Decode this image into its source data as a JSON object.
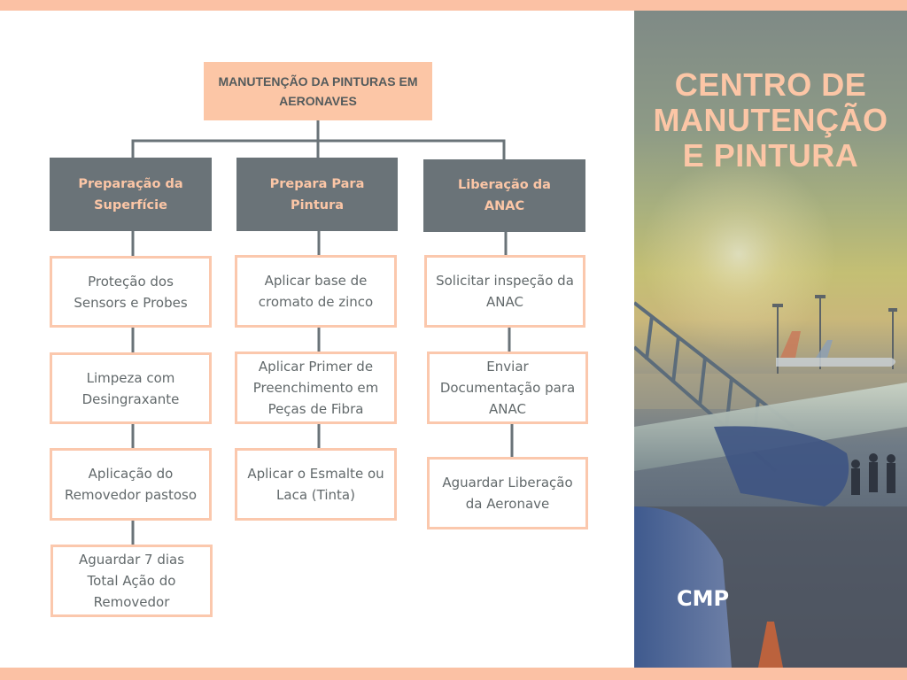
{
  "diagram": {
    "root": "MANUTENÇÃO DA PINTURAS EM AERONAVES",
    "columns": [
      {
        "title": "Preparação da Superfície",
        "steps": [
          "Proteção dos Sensors e Probes",
          "Limpeza com Desingraxante",
          "Aplicação do Removedor pastoso",
          "Aguardar 7 dias Total Ação do Removedor"
        ]
      },
      {
        "title": "Prepara Para Pintura",
        "steps": [
          "Aplicar base de cromato de zinco",
          "Aplicar Primer de Preenchimento em Peças de Fibra",
          "Aplicar o Esmalte ou Laca (Tinta)"
        ]
      },
      {
        "title": "Liberação da ANAC",
        "steps": [
          "Solicitar inspeção da ANAC",
          "Enviar Documentação para ANAC",
          "Aguardar Liberação da Aeronave"
        ]
      }
    ]
  },
  "side_panel": {
    "title": "CENTRO DE MANUTENÇÃO E PINTURA",
    "logo": "CMP"
  },
  "colors": {
    "accent": "#fcc6a6",
    "header_fill": "#6a7378",
    "connector": "#6a7378",
    "text": "#62696b"
  }
}
